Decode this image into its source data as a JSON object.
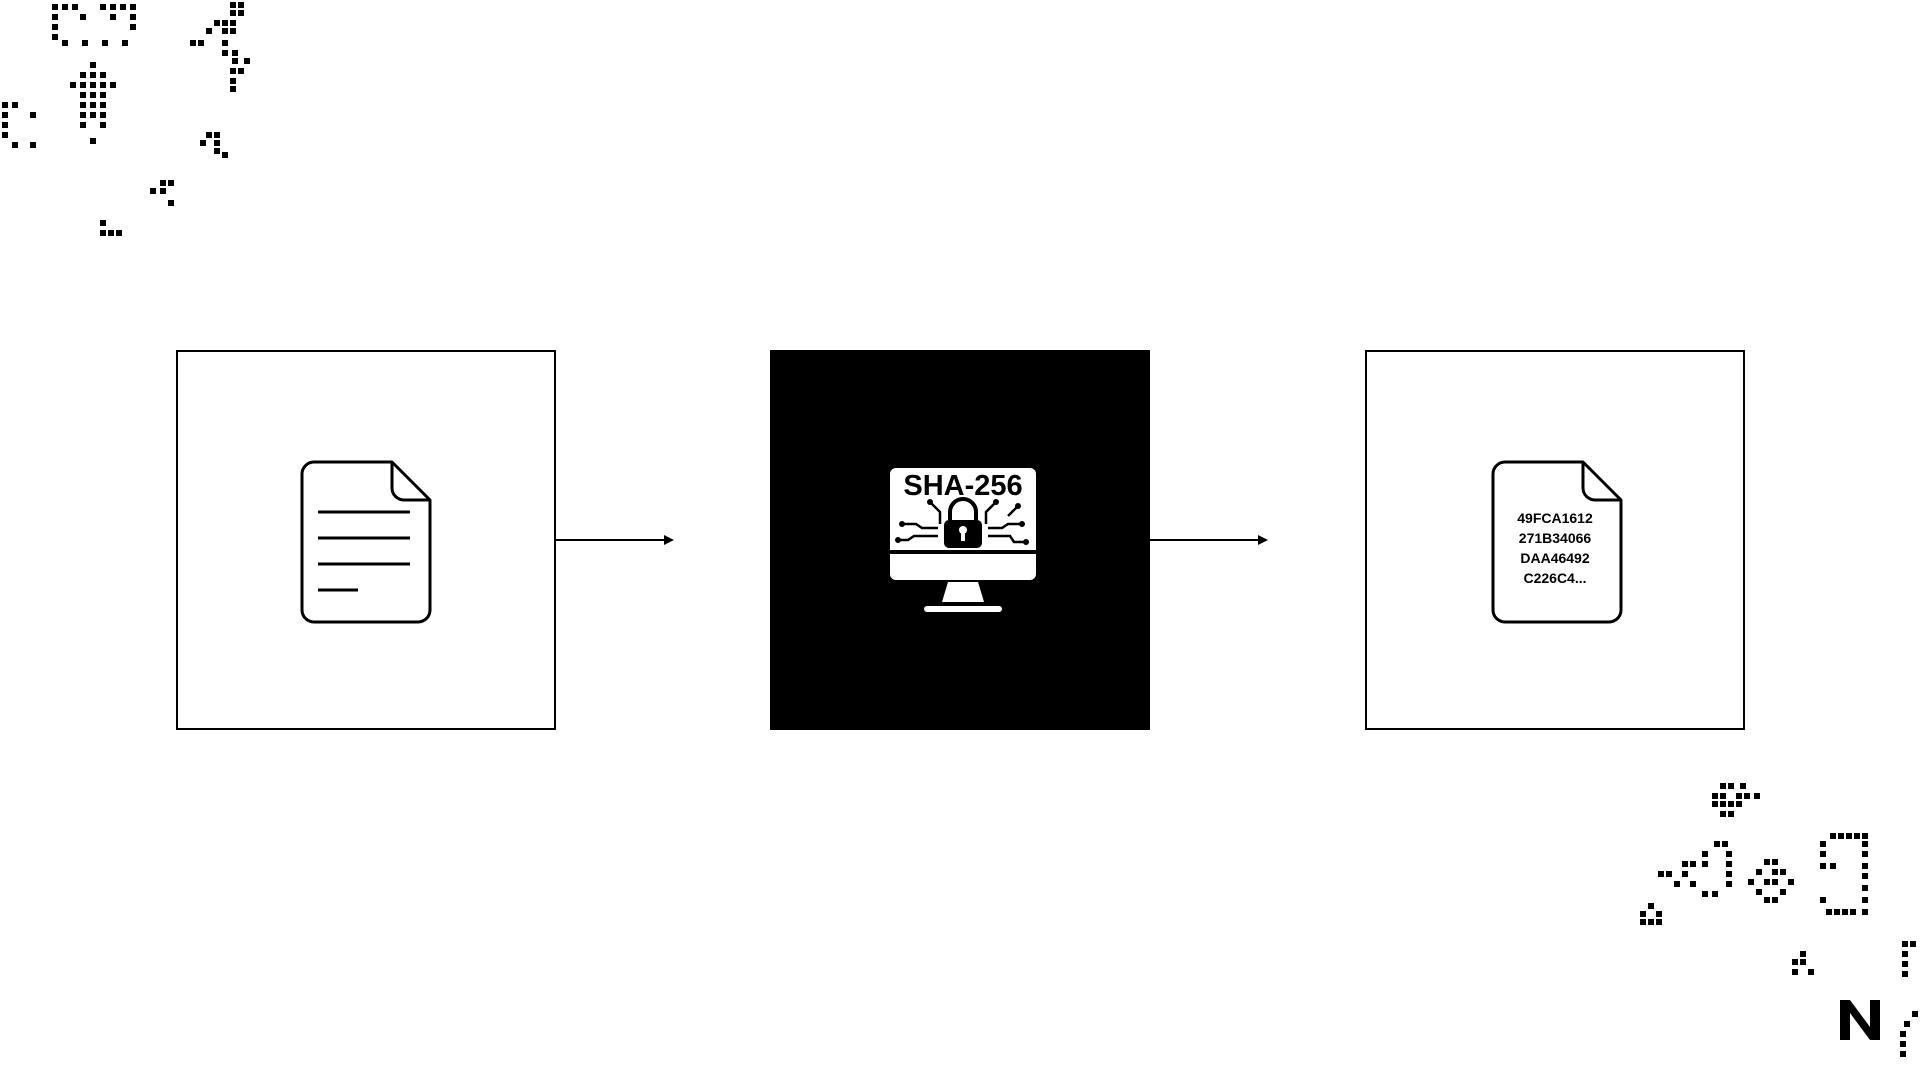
{
  "diagram": {
    "nodes": [
      {
        "id": "input-document",
        "icon": "text-document-icon"
      },
      {
        "id": "hash-function",
        "icon": "computer-lock-icon",
        "label": "SHA-256"
      },
      {
        "id": "output-hash",
        "icon": "hash-document-icon",
        "lines": [
          "49FCA1612",
          "271B34066",
          "DAA46492",
          "C226C4..."
        ]
      }
    ],
    "edges": [
      {
        "from": "input-document",
        "to": "hash-function"
      },
      {
        "from": "hash-function",
        "to": "output-hash"
      }
    ]
  },
  "colors": {
    "foreground": "#000000",
    "background": "#ffffff"
  }
}
